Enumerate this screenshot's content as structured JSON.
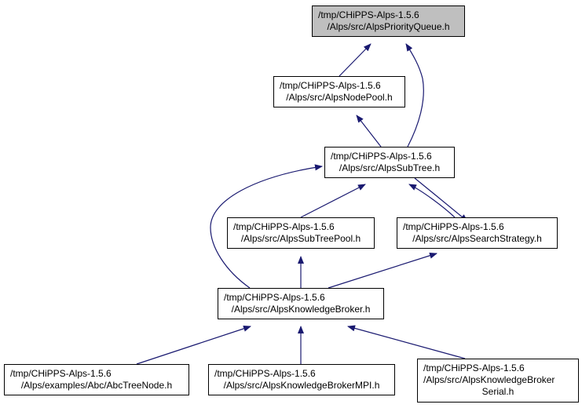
{
  "diagram": {
    "edge_color": "#191970",
    "current_fill": "#bfbfbf",
    "nodes": {
      "priority_queue": [
        "/tmp/CHiPPS-Alps-1.5.6",
        "/Alps/src/AlpsPriorityQueue.h"
      ],
      "node_pool": [
        "/tmp/CHiPPS-Alps-1.5.6",
        "/Alps/src/AlpsNodePool.h"
      ],
      "sub_tree": [
        "/tmp/CHiPPS-Alps-1.5.6",
        "/Alps/src/AlpsSubTree.h"
      ],
      "sub_tree_pool": [
        "/tmp/CHiPPS-Alps-1.5.6",
        "/Alps/src/AlpsSubTreePool.h"
      ],
      "search_strategy": [
        "/tmp/CHiPPS-Alps-1.5.6",
        "/Alps/src/AlpsSearchStrategy.h"
      ],
      "knowledge_broker": [
        "/tmp/CHiPPS-Alps-1.5.6",
        "/Alps/src/AlpsKnowledgeBroker.h"
      ],
      "abc_tree_node": [
        "/tmp/CHiPPS-Alps-1.5.6",
        "/Alps/examples/Abc/AbcTreeNode.h"
      ],
      "knowledge_broker_mpi": [
        "/tmp/CHiPPS-Alps-1.5.6",
        "/Alps/src/AlpsKnowledgeBrokerMPI.h"
      ],
      "knowledge_broker_serial": [
        "/tmp/CHiPPS-Alps-1.5.6",
        "/Alps/src/AlpsKnowledgeBroker",
        "Serial.h"
      ]
    },
    "edges": [
      [
        "node_pool",
        "priority_queue"
      ],
      [
        "sub_tree",
        "priority_queue"
      ],
      [
        "sub_tree",
        "node_pool"
      ],
      [
        "sub_tree_pool",
        "sub_tree"
      ],
      [
        "search_strategy",
        "sub_tree"
      ],
      [
        "sub_tree",
        "search_strategy"
      ],
      [
        "knowledge_broker",
        "sub_tree"
      ],
      [
        "knowledge_broker",
        "sub_tree_pool"
      ],
      [
        "knowledge_broker",
        "search_strategy"
      ],
      [
        "abc_tree_node",
        "knowledge_broker"
      ],
      [
        "knowledge_broker_mpi",
        "knowledge_broker"
      ],
      [
        "knowledge_broker_serial",
        "knowledge_broker"
      ]
    ]
  }
}
